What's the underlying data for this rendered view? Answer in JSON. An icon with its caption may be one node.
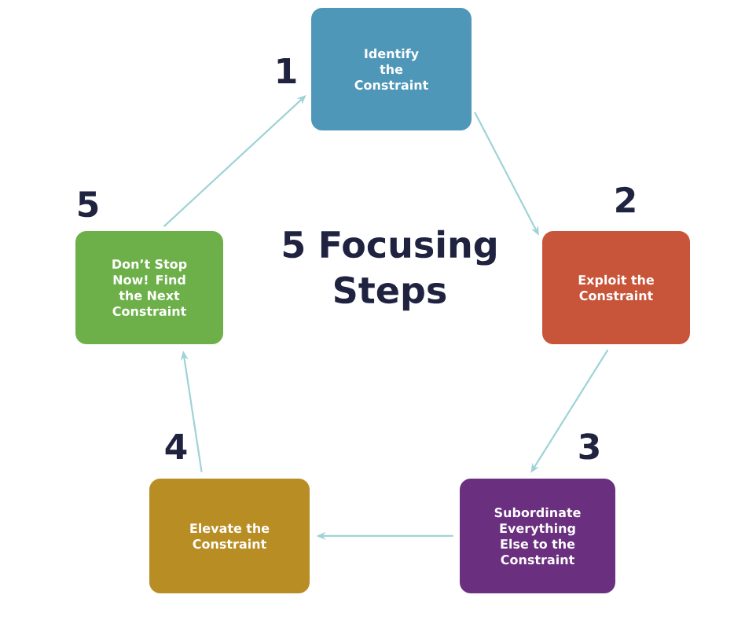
{
  "diagram": {
    "title": "5 Focusing Steps",
    "nodes": [
      {
        "text": [
          "Identify the Constraint"
        ],
        "beside": [
          "1"
        ]
      },
      {
        "text": [
          "Exploit the Constraint"
        ],
        "beside": [
          "2"
        ]
      },
      {
        "text": [
          "Subordinate Everything Else to the Constraint"
        ],
        "beside": [
          "3"
        ]
      },
      {
        "text": [
          "Elevate the Constraint"
        ],
        "beside": [
          "4"
        ]
      },
      {
        "text": [
          "Don’t Stop Now! Find the Next Constraint"
        ],
        "beside": [
          "5"
        ]
      }
    ],
    "edges": [
      {
        "from": 0,
        "to": 1,
        "arrow": "to"
      },
      {
        "from": 1,
        "to": 2,
        "arrow": "to"
      },
      {
        "from": 2,
        "to": 3,
        "arrow": "to"
      },
      {
        "from": 3,
        "to": 4,
        "arrow": "to"
      },
      {
        "from": 4,
        "to": 0,
        "arrow": "to"
      }
    ]
  }
}
